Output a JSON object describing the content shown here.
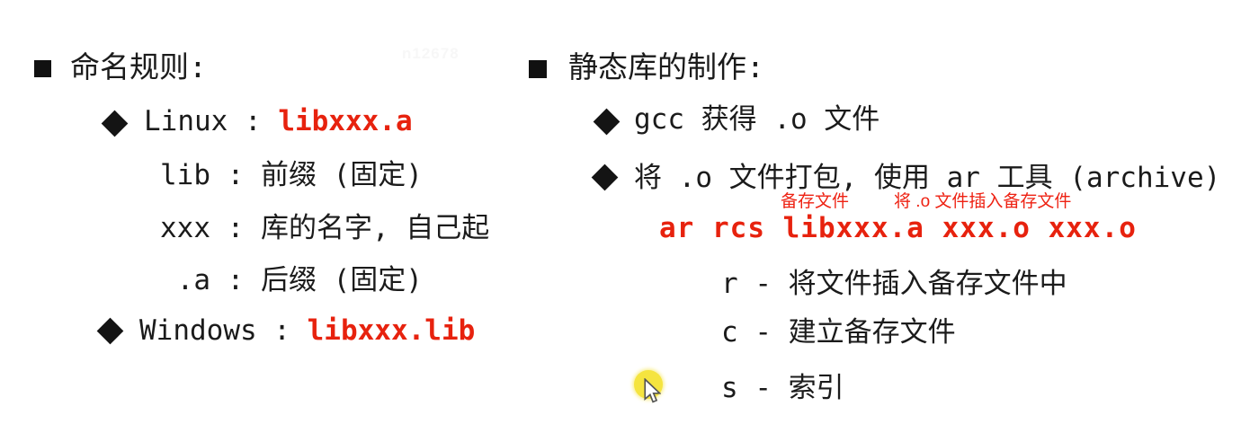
{
  "watermark": "n12678",
  "colors": {
    "text": "#1b1b1b",
    "code_red": "#e7220e",
    "annotation_red": "#ee2213",
    "highlight_yellow": "#f5e43f",
    "background": "#ffffff"
  },
  "left": {
    "title": "命名规则:",
    "linux_label": "Linux : ",
    "linux_code": "libxxx.a",
    "rows": [
      {
        "mono": "lib : ",
        "desc": "前缀 (固定)"
      },
      {
        "mono": "xxx : ",
        "desc": "库的名字, 自己起"
      },
      {
        "mono": " .a : ",
        "desc": "后缀 (固定)"
      }
    ],
    "windows_label": "Windows : ",
    "windows_code": "libxxx.lib"
  },
  "right": {
    "title": "静态库的制作:",
    "step1": "gcc 获得 .o 文件",
    "step2": "将 .o 文件打包, 使用 ar 工具 (archive)",
    "annotation_archive": "备存文件",
    "annotation_insert": "将 .o 文件插入备存文件",
    "command": "ar rcs libxxx.a xxx.o xxx.o",
    "flags": [
      {
        "mono": "r - ",
        "desc": "将文件插入备存文件中"
      },
      {
        "mono": "c - ",
        "desc": "建立备存文件"
      },
      {
        "mono": "s - ",
        "desc": "索引"
      }
    ]
  }
}
